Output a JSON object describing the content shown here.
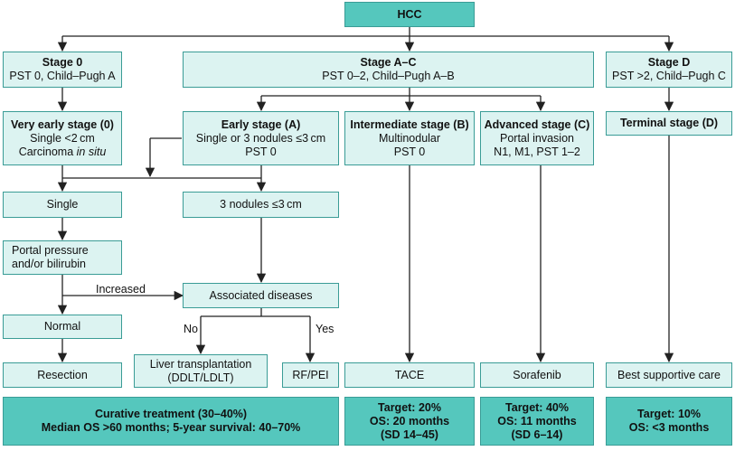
{
  "root": {
    "label": "HCC"
  },
  "stage0": {
    "title": "Stage 0",
    "sub": "PST 0, Child–Pugh A"
  },
  "stageAC": {
    "title": "Stage A–C",
    "sub": "PST 0–2, Child–Pugh A–B"
  },
  "stageD": {
    "title": "Stage D",
    "sub": "PST >2, Child–Pugh C"
  },
  "very_early": {
    "title": "Very early stage (0)",
    "line1": "Single <2 cm",
    "line2_pre": "Carcinoma ",
    "line2_it": "in situ"
  },
  "early": {
    "title": "Early stage (A)",
    "line1": "Single or 3 nodules ≤3 cm",
    "line2": "PST 0"
  },
  "intermediate": {
    "title": "Intermediate stage (B)",
    "line1": "Multinodular",
    "line2": "PST 0"
  },
  "advanced": {
    "title": "Advanced stage (C)",
    "line1": "Portal invasion",
    "line2": "N1, M1, PST 1–2"
  },
  "terminal": {
    "title": "Terminal stage (D)"
  },
  "single": {
    "label": "Single"
  },
  "three_nodules": {
    "label": "3 nodules ≤3 cm"
  },
  "portal": {
    "line1": "Portal pressure",
    "line2": "and/or bilirubin"
  },
  "associated": {
    "label": "Associated diseases"
  },
  "normal": {
    "label": "Normal"
  },
  "labels": {
    "increased": "Increased",
    "no": "No",
    "yes": "Yes"
  },
  "resection": {
    "label": "Resection"
  },
  "liver_tx": {
    "line1": "Liver transplantation",
    "line2": "(DDLT/LDLT)"
  },
  "rfpei": {
    "label": "RF/PEI"
  },
  "tace": {
    "label": "TACE"
  },
  "sorafenib": {
    "label": "Sorafenib"
  },
  "bsc": {
    "label": "Best supportive care"
  },
  "outcome_curative": {
    "line1": "Curative treatment (30–40%)",
    "line2": "Median OS >60 months; 5-year survival: 40–70%"
  },
  "outcome_tace": {
    "line1": "Target: 20%",
    "line2": "OS: 20 months",
    "line3": "(SD 14–45)"
  },
  "outcome_sorafenib": {
    "line1": "Target: 40%",
    "line2": "OS: 11 months",
    "line3": "(SD 6–14)"
  },
  "outcome_bsc": {
    "line1": "Target: 10%",
    "line2": "OS: <3 months"
  },
  "colors": {
    "box_light": "#dcf3f1",
    "box_dark": "#55c7bd",
    "border": "#3a9c96",
    "line": "#222222"
  }
}
